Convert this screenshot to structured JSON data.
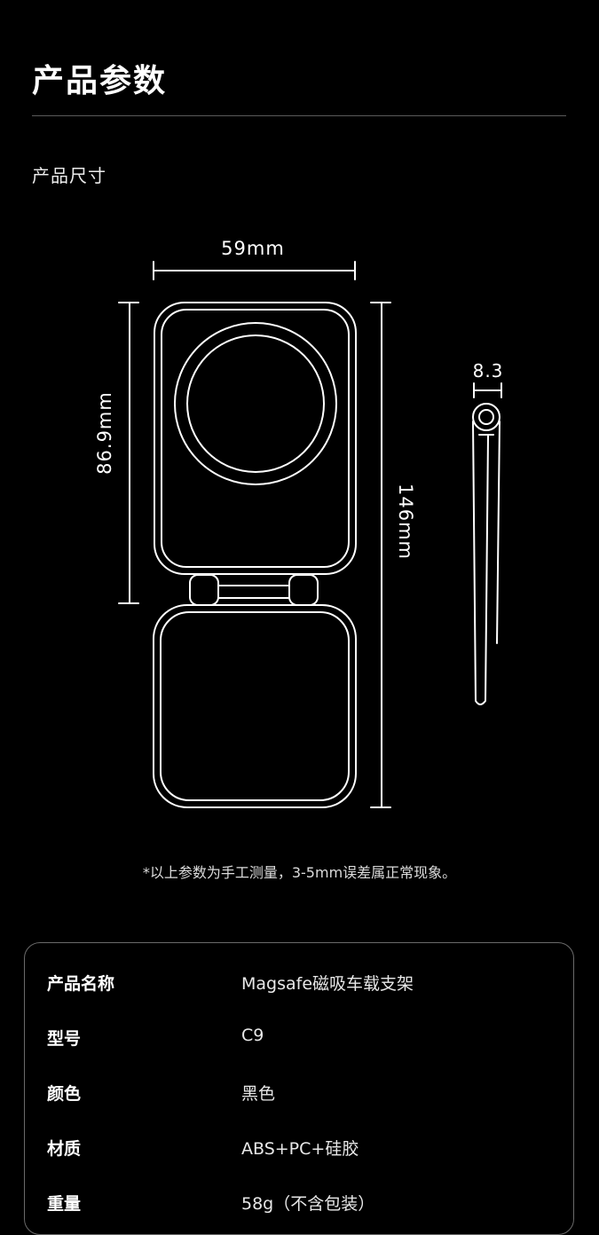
{
  "header": {
    "title": "产品参数",
    "section_label": "产品尺寸"
  },
  "dimensions": {
    "width": "59mm",
    "top_height": "86.9mm",
    "total_height": "146mm",
    "thickness": "8.3"
  },
  "note": "*以上参数为手工测量，3-5mm误差属正常现象。",
  "specs": [
    {
      "key": "产品名称",
      "value": "Magsafe磁吸车载支架"
    },
    {
      "key": "型号",
      "value": "C9"
    },
    {
      "key": "颜色",
      "value": "黑色"
    },
    {
      "key": "材质",
      "value": "ABS+PC+硅胶"
    },
    {
      "key": "重量",
      "value": "58g（不含包装）"
    }
  ],
  "colors": {
    "background": "#000000",
    "line": "#ffffff",
    "card_border": "#6a6a6a"
  }
}
